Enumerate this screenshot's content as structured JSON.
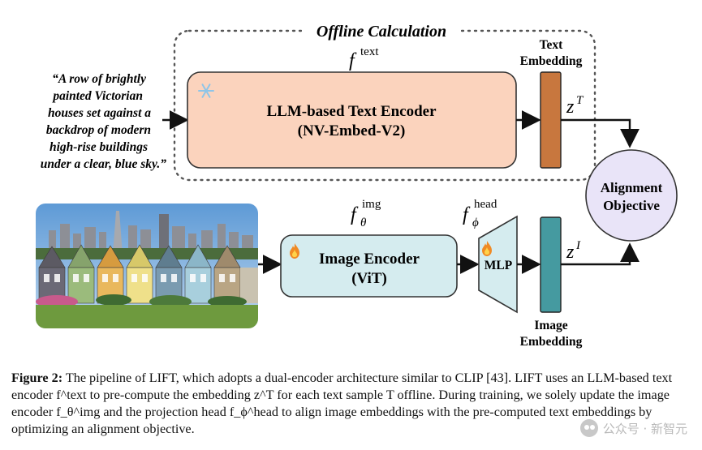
{
  "offline_title": "Offline Calculation",
  "quote_lines": [
    "“A row of brightly",
    "painted Victorian",
    "houses set against a",
    "backdrop of modern",
    "high-rise buildings",
    "under a clear, blue sky.”"
  ],
  "text_encoder": {
    "line1": "LLM-based Text Encoder",
    "line2": "(NV-Embed-V2)",
    "frozen_icon": "snowflake-icon"
  },
  "image_encoder": {
    "line1": "Image Encoder",
    "line2": "(ViT)",
    "trainable_icon": "fire-icon"
  },
  "mlp": {
    "label": "MLP",
    "trainable_icon": "fire-icon"
  },
  "text_embedding_label": [
    "Text",
    "Embedding"
  ],
  "image_embedding_label": [
    "Image",
    "Embedding"
  ],
  "alignment": [
    "Alignment",
    "Objective"
  ],
  "caption": {
    "label": "Figure 2:",
    "text": " The pipeline of LIFT, which adopts a dual-encoder architecture similar to CLIP [43]. LIFT uses an LLM-based text encoder f^text to pre-compute the embedding z^T for each text sample T offline. During training, we solely update the image encoder f_θ^img and the projection head f_ϕ^head to align image embeddings with the pre-computed text embeddings by optimizing an alignment objective."
  },
  "watermark": "公众号 · 新智元",
  "colors": {
    "text_encoder_fill": "#fbd3bd",
    "text_embedding_fill": "#c8773e",
    "image_encoder_fill": "#d5ecef",
    "image_embedding_fill": "#459aa0",
    "mlp_fill": "#d5ecef",
    "alignment_fill": "#e9e4f8"
  }
}
